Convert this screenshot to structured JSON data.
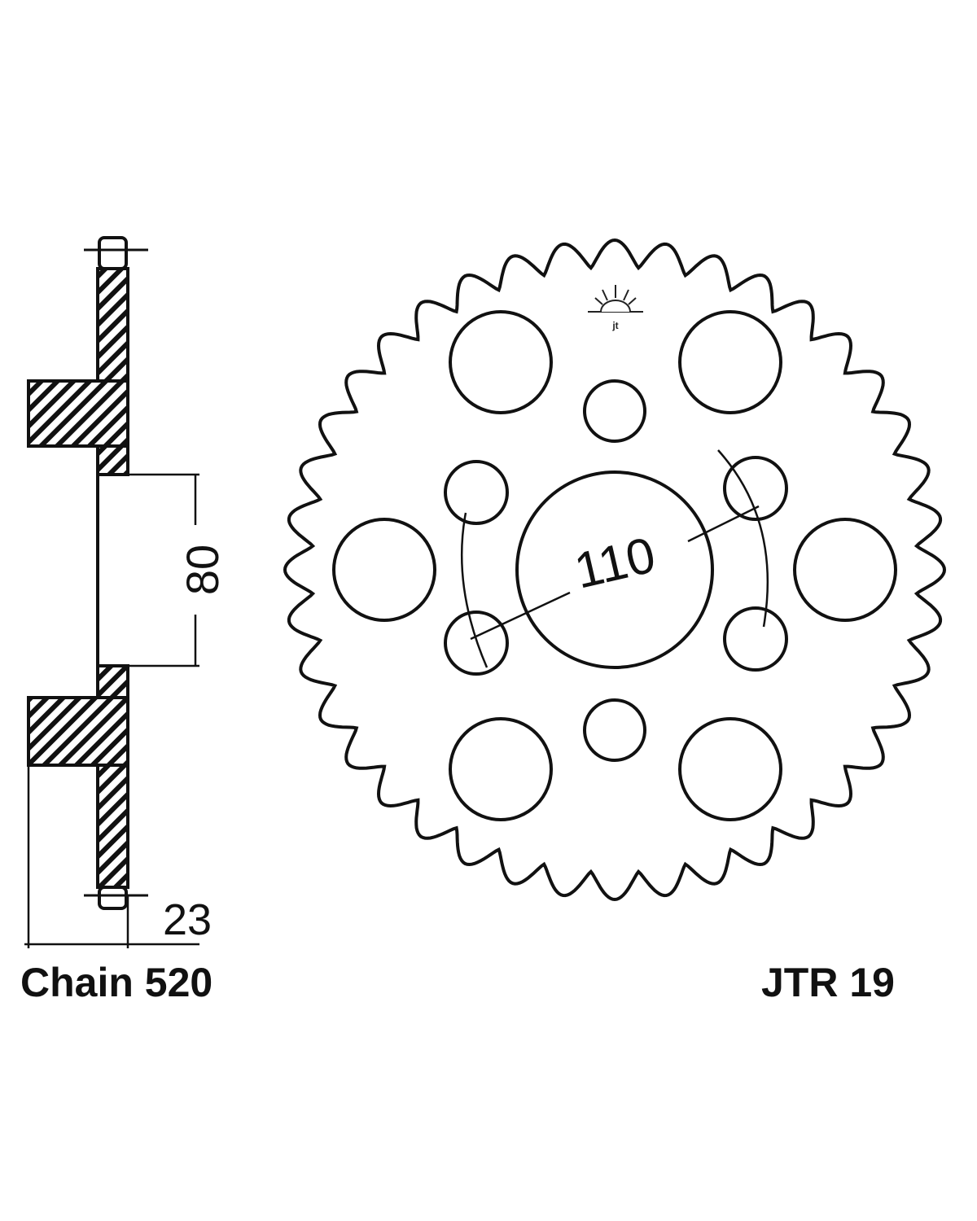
{
  "diagram": {
    "chain_label": "Chain 520",
    "part_number": "JTR 19",
    "dimensions": {
      "bore": "80",
      "offset": "23",
      "bolt_circle": "110"
    },
    "logo_text": "JT",
    "teeth": 40,
    "colors": {
      "line": "#111111",
      "background": "#ffffff"
    }
  }
}
